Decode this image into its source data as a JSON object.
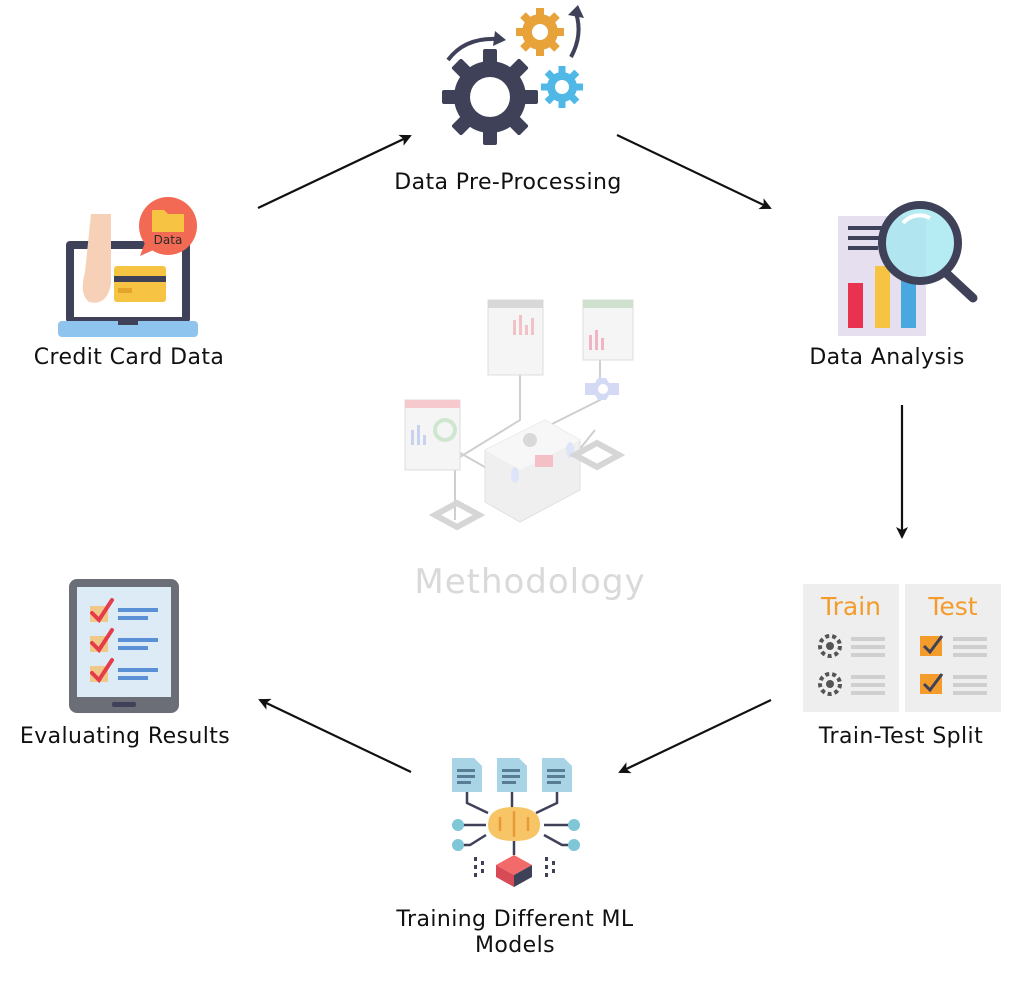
{
  "diagram": {
    "center_title": "Methodology",
    "nodes": [
      {
        "id": "preprocess",
        "label": "Data Pre-Processing"
      },
      {
        "id": "analysis",
        "label": "Data Analysis"
      },
      {
        "id": "split",
        "label": "Train-Test Split",
        "panel_left": "Train",
        "panel_right": "Test"
      },
      {
        "id": "training",
        "label_line1": "Training Different ML",
        "label_line2": "Models"
      },
      {
        "id": "evaluate",
        "label": "Evaluating Results"
      },
      {
        "id": "data",
        "label": "Credit Card Data",
        "badge": "Data"
      }
    ],
    "flow": [
      [
        "Credit Card Data",
        "Data Pre-Processing"
      ],
      [
        "Data Pre-Processing",
        "Data Analysis"
      ],
      [
        "Data Analysis",
        "Train-Test Split"
      ],
      [
        "Train-Test Split",
        "Training Different ML Models"
      ],
      [
        "Training Different ML Models",
        "Evaluating Results"
      ]
    ]
  },
  "colors": {
    "arrow": "#111111",
    "gear_dark": "#3f4159",
    "gear_orange": "#e8a23a",
    "gear_blue": "#4fb8e6",
    "train_orange": "#f39c2b",
    "check_red": "#e53c4b",
    "bar_red": "#e8324f",
    "bar_yellow": "#f6c342",
    "bar_blue": "#4aa8e0",
    "faint": "#dcdcdc"
  }
}
